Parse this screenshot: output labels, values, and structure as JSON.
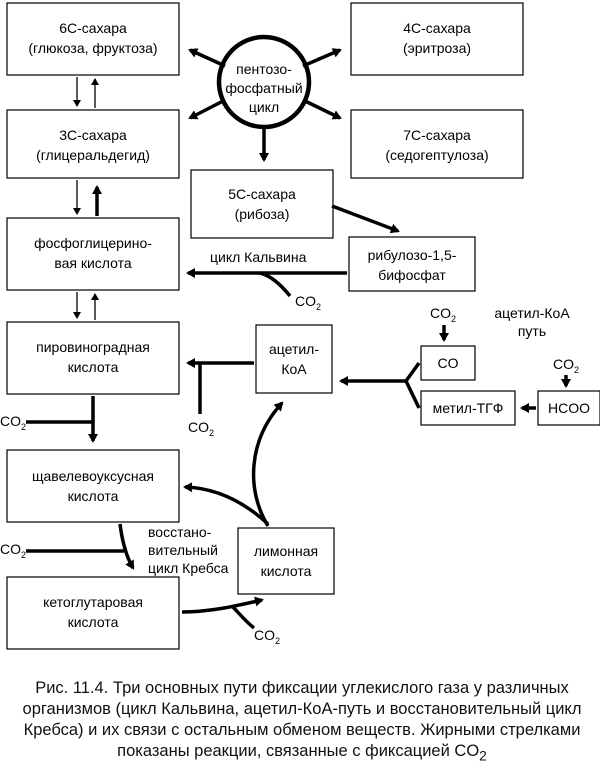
{
  "boxes": {
    "hexoses": {
      "line1": "6С-сахара",
      "line2": "(глюкоза, фруктоза)"
    },
    "tetroses": {
      "line1": "4С-сахара",
      "line2": "(эритроза)"
    },
    "pentose_cycle": {
      "line1": "пентозо-",
      "line2": "фосфатный",
      "line3": "цикл"
    },
    "trioses": {
      "line1": "3С-сахара",
      "line2": "(глицеральдегид)"
    },
    "heptoses": {
      "line1": "7С-сахара",
      "line2": "(седогептулоза)"
    },
    "pentoses": {
      "line1": "5С-сахара",
      "line2": "(рибоза)"
    },
    "pga": {
      "line1": "фосфоглицерино-",
      "line2": "вая кислота"
    },
    "rubp": {
      "line1": "рибулозо-1,5-",
      "line2": "бифосфат"
    },
    "pyruvate": {
      "line1": "пировиноградная",
      "line2": "кислота"
    },
    "acetyl_coa": {
      "line1": "ацетил-",
      "line2": "КоА"
    },
    "co": {
      "label": "CO"
    },
    "methyl_thf": {
      "label": "метил-ТГФ"
    },
    "formate": {
      "label": "HCOO"
    },
    "oxaloacetate": {
      "line1": "щавелевоуксусная",
      "line2": "кислота"
    },
    "citrate": {
      "line1": "лимонная",
      "line2": "кислота"
    },
    "ketoglutarate": {
      "line1": "кетоглутаровая",
      "line2": "кислота"
    }
  },
  "labels": {
    "calvin_cycle": "цикл Кальвина",
    "acetyl_coa_path_1": "ацетил-КоА",
    "acetyl_coa_path_2": "путь",
    "reductive_krebs_1": "восстано-",
    "reductive_krebs_2": "вительный",
    "reductive_krebs_3": "цикл Кребса",
    "co2_base": "CO",
    "co2_sub": "2"
  },
  "caption": {
    "prefix": "Рис. 11.4.",
    "text": " Три основных пути фиксации углекислого газа у различных организмов (цикл Кальвина, ацетил-КоА-путь и восстановительный цикл Кребса) и их связи с остальным обменом веществ. Жирными стрелками показаны реакции, связанные с фиксацией CO",
    "sub": "2"
  }
}
